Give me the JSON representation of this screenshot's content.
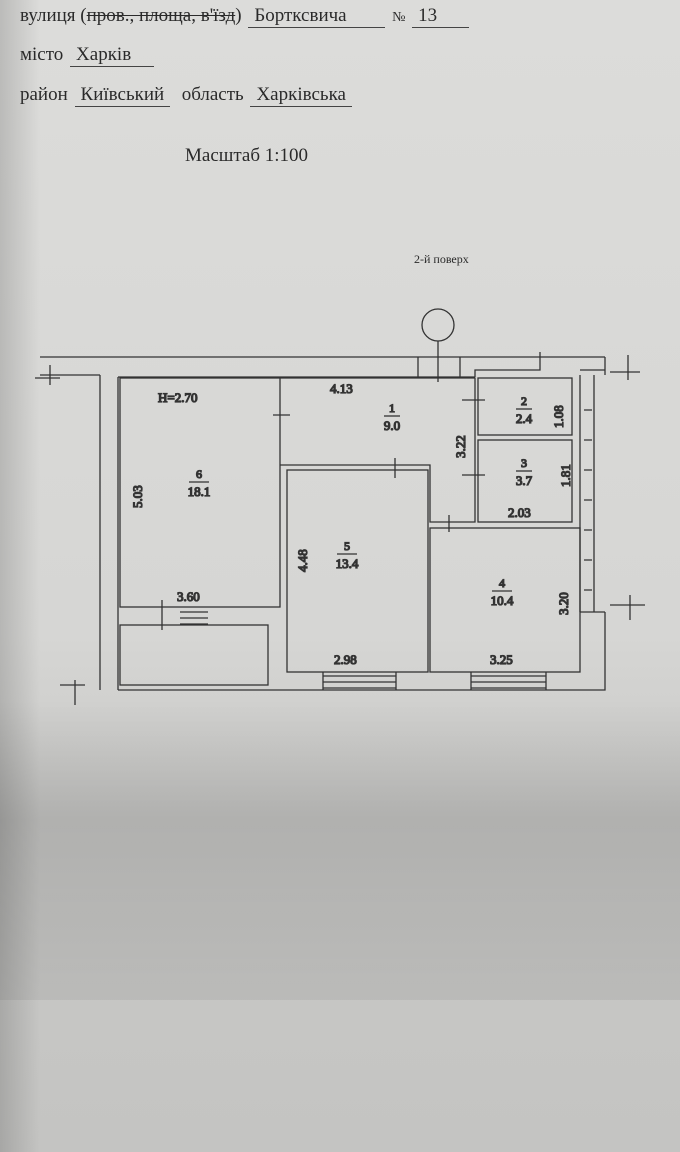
{
  "header": {
    "street_label": "вулиця (",
    "street_struck": "пров., площа, в'їзд",
    "street_label_end": ")",
    "street_value": "Бортксвича",
    "number_label": "№",
    "number_value": "13",
    "city_label": "місто",
    "city_value": "Харків",
    "district_label": "район",
    "district_value": "Київський",
    "region_label": "область",
    "region_value": "Харківська"
  },
  "scale": "Масштаб 1:100",
  "floor": "2-й поверх",
  "plan": {
    "ceiling_height": "Н=2.70",
    "rooms": [
      {
        "number": "1",
        "area": "9.0",
        "dim": "4.13",
        "dim2": "3.22"
      },
      {
        "number": "2",
        "area": "2.4",
        "dim": "1.08"
      },
      {
        "number": "3",
        "area": "3.7",
        "dim": "1.81",
        "dim2": "2.03"
      },
      {
        "number": "4",
        "area": "10.4",
        "dim": "3.20",
        "dim2": "3.25"
      },
      {
        "number": "5",
        "area": "13.4",
        "dim": "4.48",
        "dim2": "2.98"
      },
      {
        "number": "6",
        "area": "18.1",
        "dim": "5.03",
        "dim2": "3.60"
      }
    ]
  }
}
